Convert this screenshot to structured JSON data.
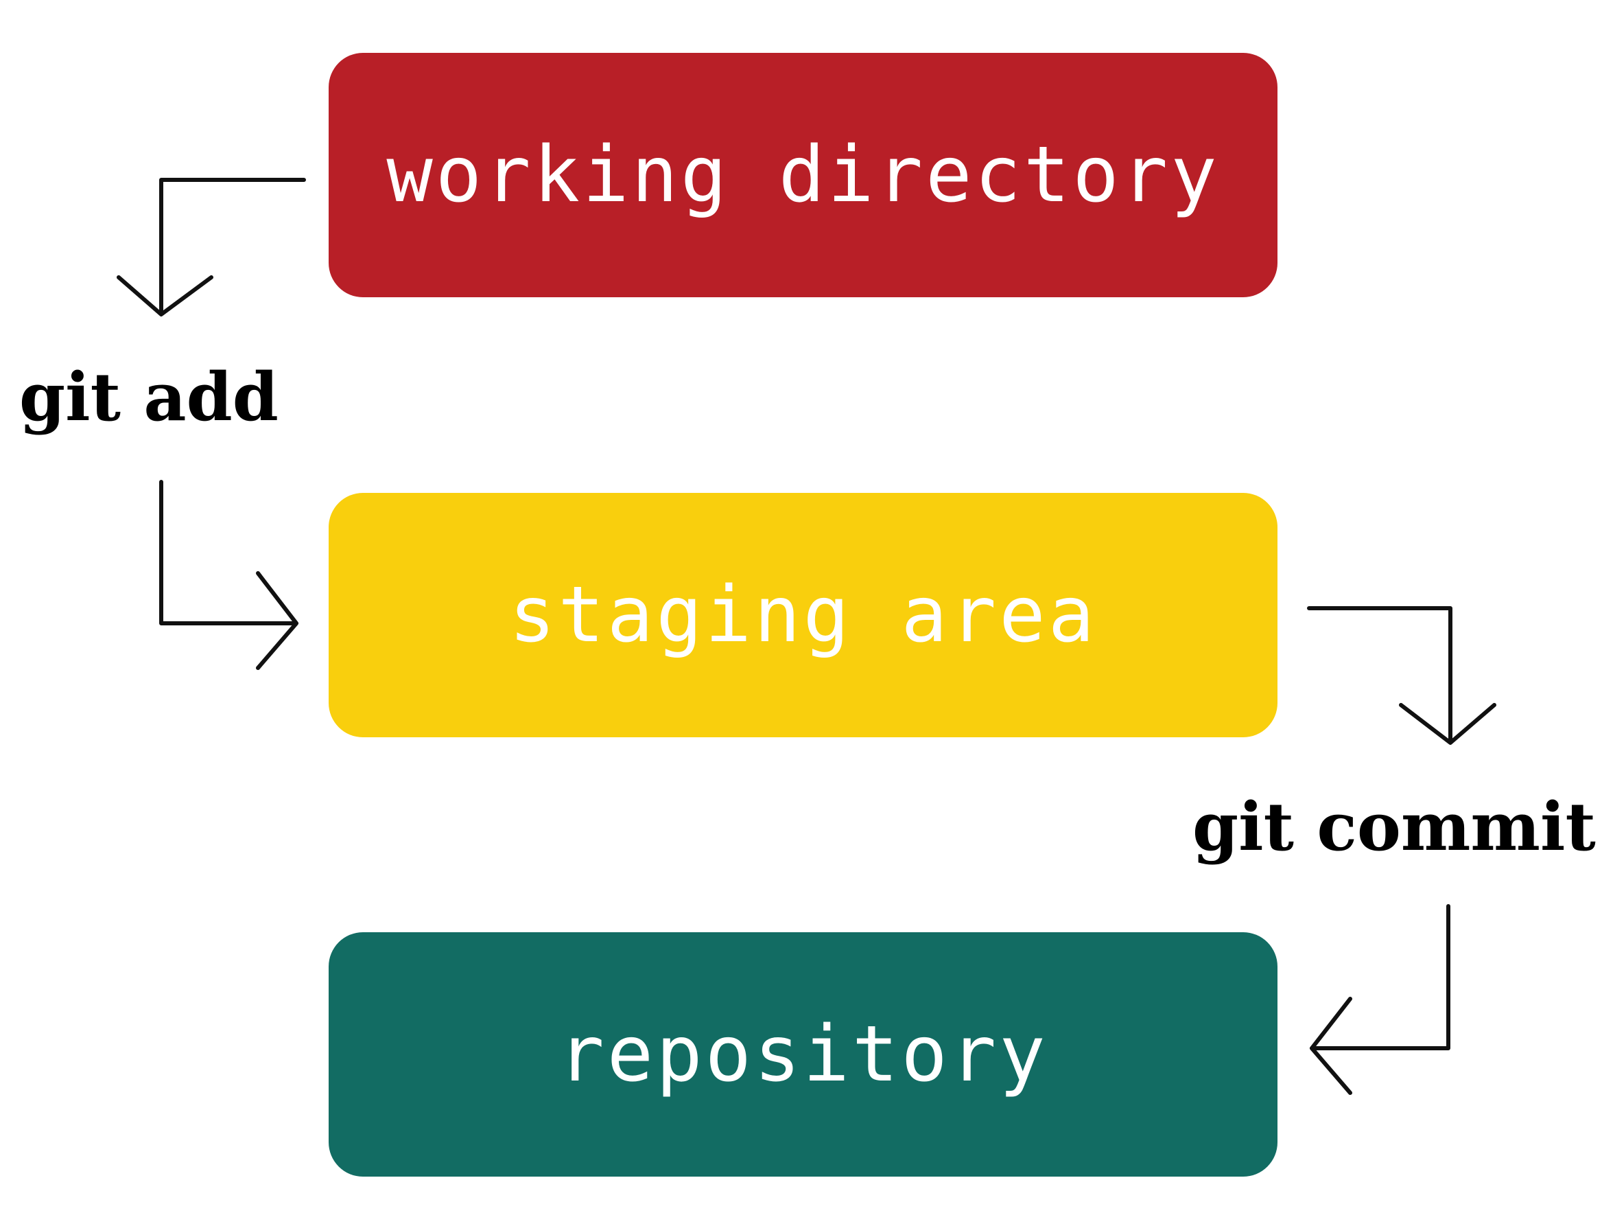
{
  "stages": {
    "working_directory": {
      "label": "working directory",
      "color": "#b81f27"
    },
    "staging_area": {
      "label": "staging area",
      "color": "#f9cf0d"
    },
    "repository": {
      "label": "repository",
      "color": "#126c63"
    }
  },
  "commands": {
    "git_add": "git add",
    "git_commit": "git commit"
  },
  "arrow_color": "#111111",
  "icons": [
    "arrow-down-icon",
    "arrow-right-icon",
    "arrow-left-icon"
  ]
}
